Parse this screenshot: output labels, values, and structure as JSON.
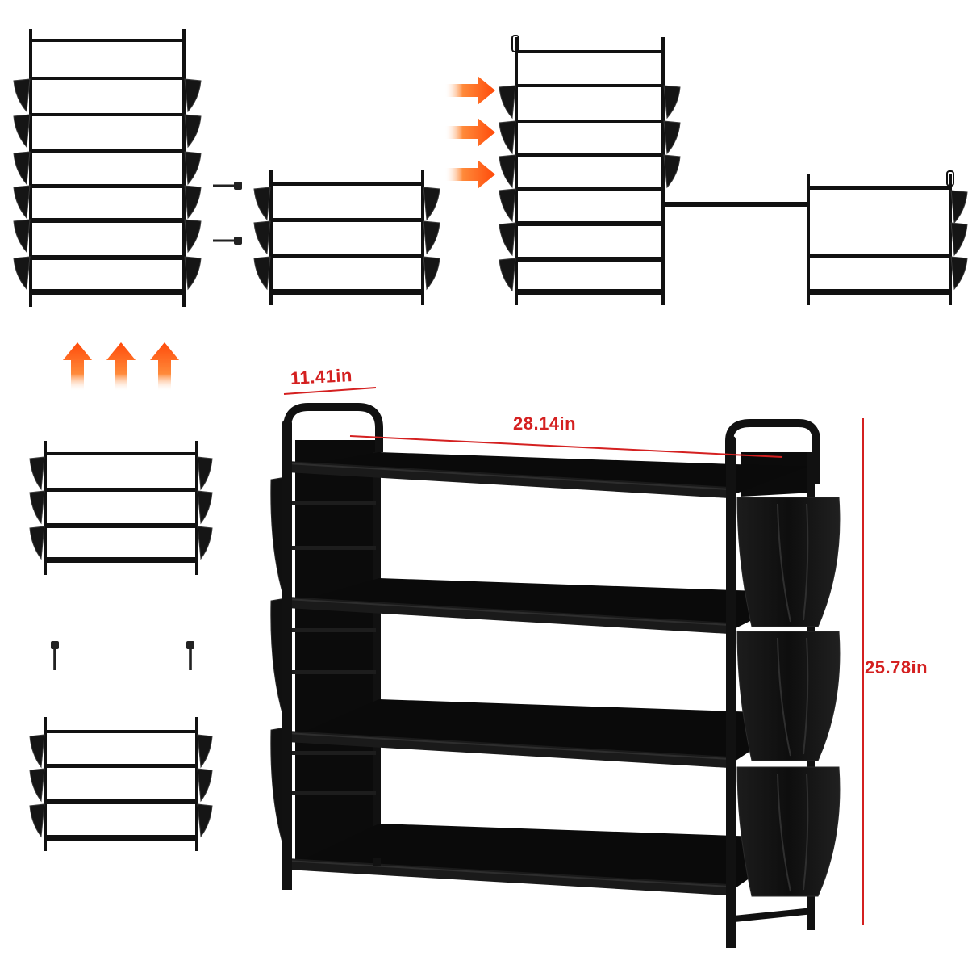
{
  "colors": {
    "frame": "#111111",
    "panel": "#0b0b0b",
    "pocket": "#151515",
    "pocket_edge": "#3a3a3a",
    "arrow": "#ff5a12",
    "dimension": "#d42020"
  },
  "dimensions": {
    "depth": "11.41in",
    "width": "28.14in",
    "height": "25.78in"
  },
  "icons": {
    "arrows": "orange-arrow-icon",
    "screws": "screw-icon"
  }
}
